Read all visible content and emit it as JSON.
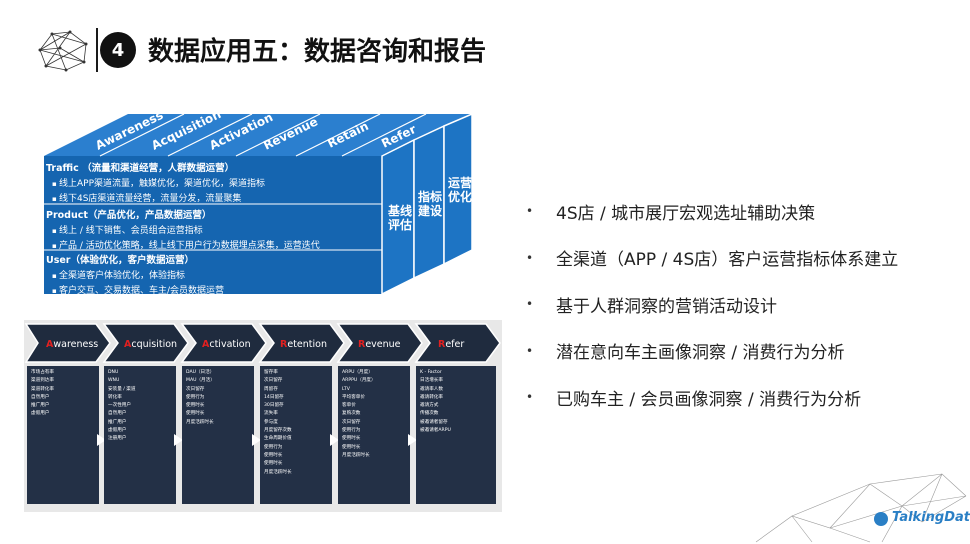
{
  "header": {
    "number": "4",
    "title": "数据应用五：数据咨询和报告"
  },
  "funnel": {
    "stages": [
      "Awareness",
      "Acquisition",
      "Activation",
      "Revenue",
      "Retain",
      "Refer"
    ],
    "sections": [
      {
        "title": "Traffic （流量和渠道经营，人群数据运营）",
        "lines": [
          "线上APP渠道流量，触媒优化，渠道优化，渠道指标",
          "线下4S店渠道流量经营，流量分发，流量聚集"
        ]
      },
      {
        "title": "Product（产品优化，产品数据运营）",
        "lines": [
          "线上 / 线下销售、会员组合运营指标",
          "产品 / 活动优化策略，线上线下用户行为数据埋点采集，运营迭代"
        ]
      },
      {
        "title": "User（体验优化，客户数据运营）",
        "lines": [
          "全渠道客户体验优化，体验指标",
          "客户交互、交易数据、车主/会员数据运营"
        ]
      }
    ],
    "side_labels": [
      "基线\n评估",
      "指标\n建设",
      "运营\n优化"
    ]
  },
  "bullets": [
    "4S店 / 城市展厅宏观选址辅助决策",
    "全渠道（APP / 4S店）客户运营指标体系建立",
    "基于人群洞察的营销活动设计",
    "潜在意向车主画像洞察 / 消费行为分析",
    "已购车主 / 会员画像洞察 / 消费行为分析"
  ],
  "pipeline": {
    "stages": [
      {
        "first": "A",
        "rest": "wareness"
      },
      {
        "first": "A",
        "rest": "cquisition"
      },
      {
        "first": "A",
        "rest": "ctivation"
      },
      {
        "first": "R",
        "rest": "etention"
      },
      {
        "first": "R",
        "rest": "evenue"
      },
      {
        "first": "R",
        "rest": "efer"
      }
    ],
    "columns": [
      [
        "市场占有率",
        "渠道到达率",
        "渠道转化率",
        "自然用户",
        "推广用户",
        "虚假用户"
      ],
      [
        "DNU",
        "WNU",
        "安装量 / 渠道",
        "转化率",
        "一次性用户",
        "自然用户",
        "推广用户",
        "虚假用户",
        "注册用户"
      ],
      [
        "DAU（日活）",
        "MAU（月活）",
        "次日留存",
        "使用行为",
        "使用时长",
        "使用时长",
        "月度活跃时长"
      ],
      [
        "留存率",
        "次日留存",
        "周留存",
        "14日留存",
        "30日留存",
        "流失率",
        "参与度",
        "月度留存次数",
        "生命周期价值",
        "使用行为",
        "使用时长",
        "使用时长",
        "月度活跃时长"
      ],
      [
        "ARPU（月度）",
        "ARPPU（月度）",
        "LTV",
        "平均客单价",
        "客单价",
        "复购次数",
        "次日留存",
        "使用行为",
        "使用时长",
        "使用时长",
        "月度活跃时长"
      ],
      [
        "K - Factor",
        "日活增长率",
        "邀请率人数",
        "邀请转化率",
        "邀请方式",
        "传播次数",
        "被邀请者留存",
        "被邀请者ARPU"
      ]
    ]
  },
  "brand": "TalkingData",
  "colors": {
    "funnel_blue": "#1565b0",
    "funnel_top": "#2b7fcf",
    "pipe_dark": "#1f2b3e",
    "accent_red": "#e02020"
  }
}
